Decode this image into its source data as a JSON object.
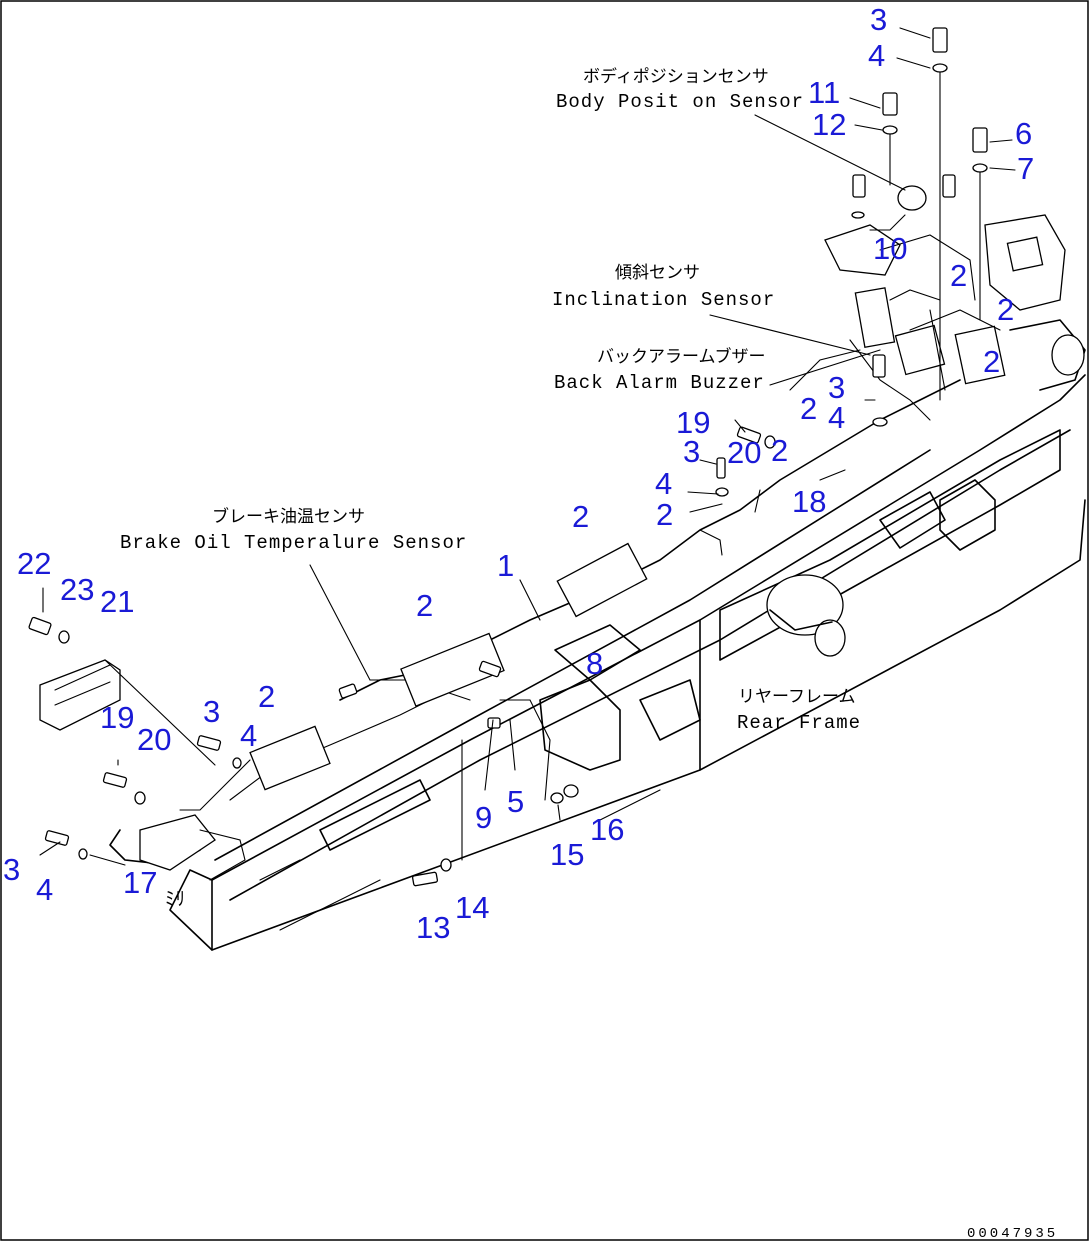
{
  "labels": {
    "body_position_sensor": {
      "jp": "ボディポジションセンサ",
      "en": "Body Posit on Sensor"
    },
    "inclination_sensor": {
      "jp": "傾斜センサ",
      "en": "Inclination Sensor"
    },
    "back_alarm_buzzer": {
      "jp": "バックアラームブザー",
      "en": "Back Alarm Buzzer"
    },
    "brake_oil_sensor": {
      "jp": "ブレーキ油温センサ",
      "en": "Brake Oil Temperalure Sensor"
    },
    "rear_frame": {
      "jp": "リヤーフレーム",
      "en": "Rear Frame"
    }
  },
  "callouts": [
    "3",
    "4",
    "11",
    "12",
    "6",
    "7",
    "10",
    "2",
    "2",
    "2",
    "3",
    "4",
    "2",
    "19",
    "3",
    "20",
    "2",
    "4",
    "18",
    "2",
    "2",
    "1",
    "2",
    "8",
    "22",
    "23",
    "21",
    "3",
    "2",
    "4",
    "19",
    "20",
    "9",
    "5",
    "16",
    "15",
    "3",
    "4",
    "17",
    "14",
    "13"
  ],
  "drawing_code": "00047935"
}
